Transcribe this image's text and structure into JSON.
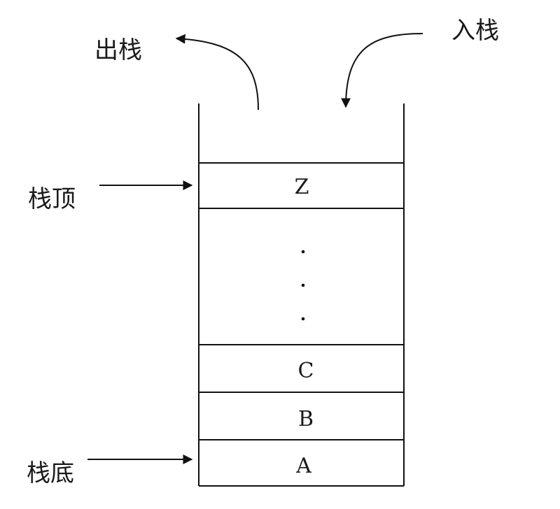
{
  "diagram": {
    "title": "stack structure",
    "labels": {
      "pop": "出栈",
      "push": "入栈",
      "top": "栈顶",
      "bottom": "栈底"
    },
    "cells": [
      {
        "name": "top-cell",
        "text": "Z"
      },
      {
        "name": "ellipsis-cell",
        "text": ""
      },
      {
        "name": "cell-c",
        "text": "C"
      },
      {
        "name": "cell-b",
        "text": "B"
      },
      {
        "name": "cell-a",
        "text": "A"
      }
    ],
    "ellipsis_dots": [
      "·",
      "·",
      "·"
    ],
    "colors": {
      "line": "#111111",
      "text": "#1a1a1a",
      "background": "#ffffff"
    }
  }
}
